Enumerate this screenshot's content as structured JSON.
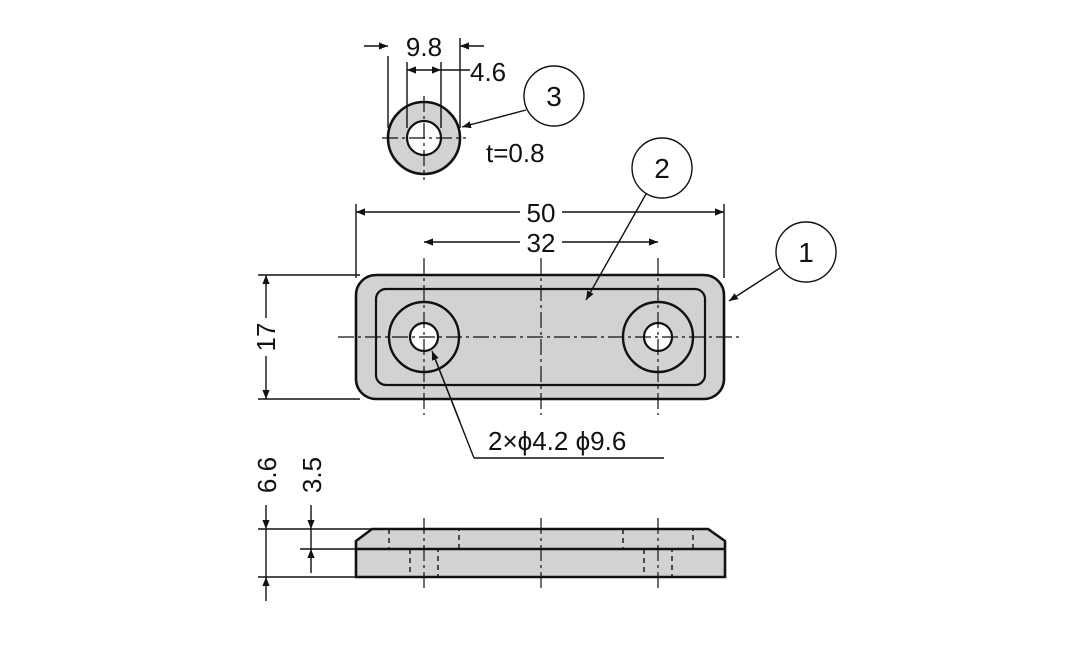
{
  "dimensions": {
    "washer_outer": "9.8",
    "washer_inner": "4.6",
    "washer_thickness": "t=0.8",
    "length_overall": "50",
    "hole_pitch": "32",
    "width": "17",
    "holes": "2×ϕ4.2 ϕ9.6",
    "height_total": "6.6",
    "height_base": "3.5"
  },
  "callouts": {
    "base": "1",
    "magnet": "2",
    "washer": "3"
  },
  "colors": {
    "fill": "#d2d2d2",
    "line": "#111111",
    "background": "#ffffff"
  }
}
